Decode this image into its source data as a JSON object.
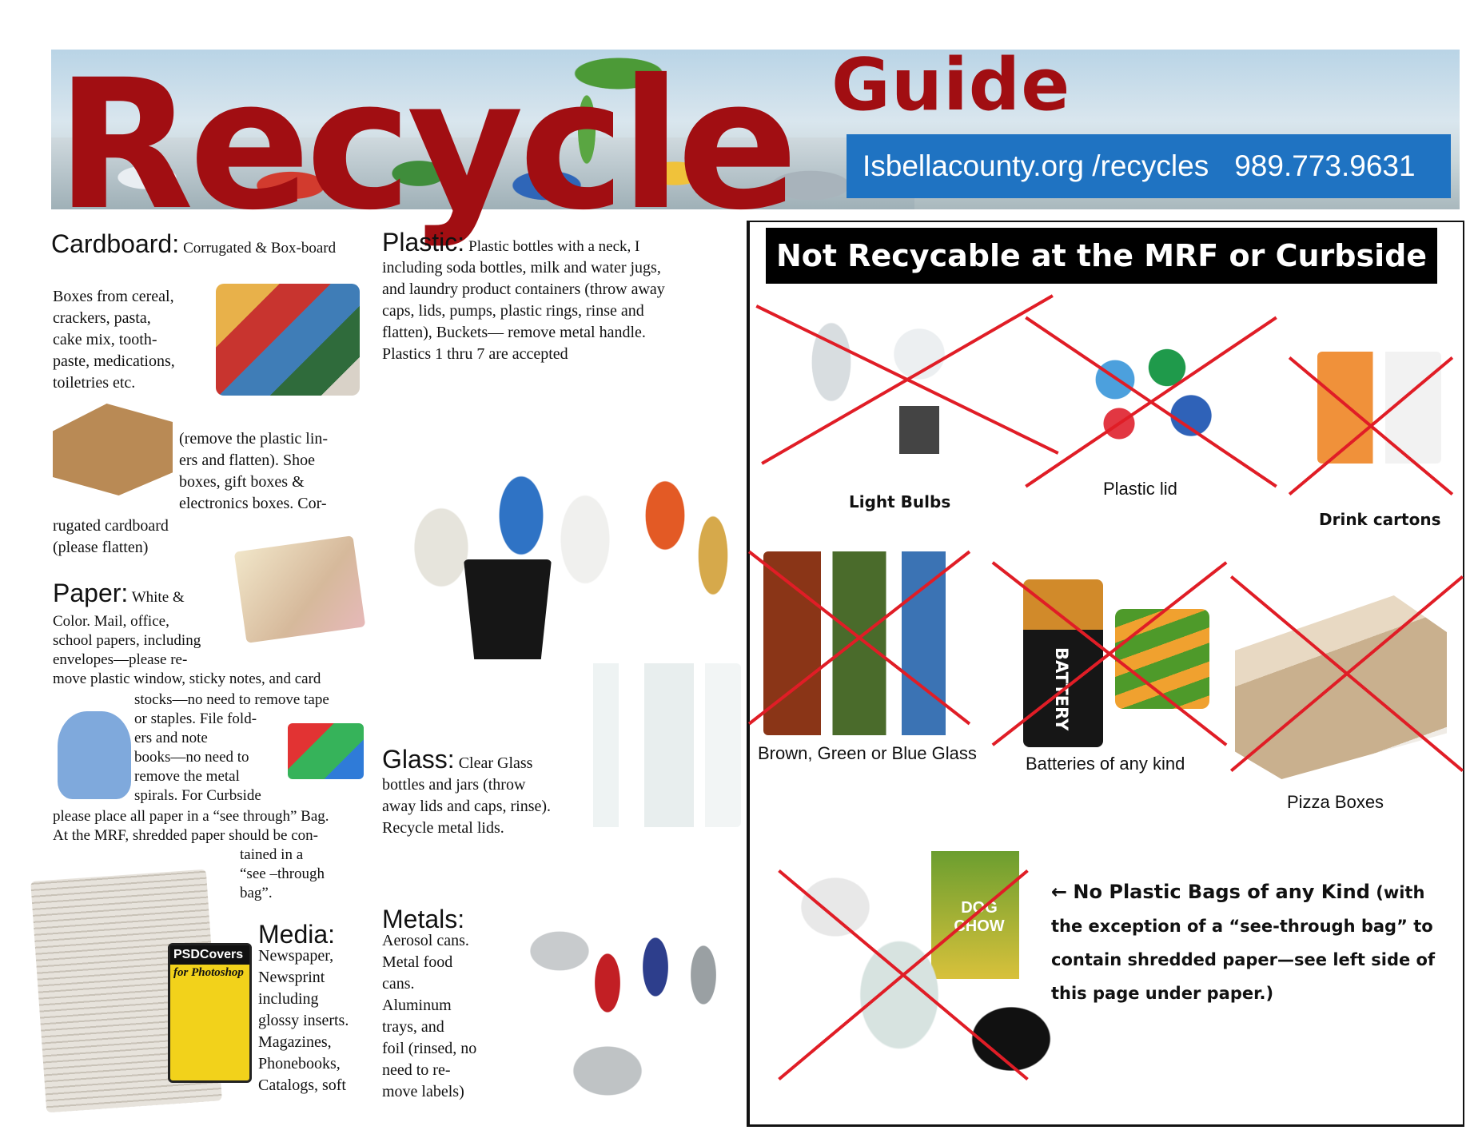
{
  "banner": {
    "title_main": "Recycle",
    "title_sub": "Guide",
    "website": "Isbellacounty.org /recycles",
    "phone": "989.773.9631"
  },
  "cardboard": {
    "heading": "Cardboard:",
    "intro": "Corrugated & Box-board",
    "lines": [
      "Boxes from cereal,",
      "crackers, pasta,",
      "cake mix, tooth-",
      "paste, medications,",
      "toiletries etc."
    ],
    "lines2": [
      "(remove the plastic lin-",
      "ers and flatten). Shoe",
      "boxes, gift boxes &",
      "electronics boxes. Cor-"
    ],
    "lines3": [
      "rugated cardboard",
      "(please flatten)"
    ]
  },
  "paper": {
    "heading": "Paper:",
    "intro": "White &",
    "lines": [
      "Color.  Mail, office,",
      "school papers, including",
      "envelopes—please re-",
      "move plastic window, sticky notes, and card"
    ],
    "lines2": [
      "stocks—no need to remove tape",
      "or staples. File fold-",
      "ers and note",
      "books—no need to",
      "remove the metal",
      "spirals. For Curbside"
    ],
    "lines3": [
      "please place all paper  in a “see through” Bag.",
      "At the MRF, shredded paper should be con-"
    ],
    "lines4": [
      "tained in a",
      "“see –through",
      "bag”."
    ]
  },
  "media": {
    "heading": "Media:",
    "lines": [
      "Newspaper,",
      "Newsprint",
      "including",
      "glossy inserts.",
      "Magazines,",
      "Phonebooks,",
      "Catalogs, soft"
    ],
    "book_title": "PSDCovers",
    "book_sub": "for Photoshop"
  },
  "plastic": {
    "heading": "Plastic:",
    "intro": "Plastic bottles with a neck, I",
    "lines": [
      "including soda bottles, milk and water jugs,",
      "and laundry product containers (throw away",
      "caps, lids, pumps, plastic rings, rinse and",
      "flatten),   Buckets— remove metal handle.",
      "Plastics 1  thru 7 are accepted"
    ]
  },
  "glass": {
    "heading": "Glass:",
    "intro": "Clear Glass",
    "lines": [
      "bottles and jars (throw",
      "away lids and caps, rinse).",
      "Recycle metal lids."
    ]
  },
  "metals": {
    "heading": "Metals:",
    "lines": [
      "Aerosol cans.",
      "Metal food",
      "cans.",
      "Aluminum",
      "trays, and",
      "foil (rinsed, no",
      "need  to re-",
      "move labels)"
    ]
  },
  "not_recyclable": {
    "title": "Not Recycable at the MRF or Curbside",
    "items": [
      {
        "label": "Light Bulbs"
      },
      {
        "label": "Plastic lid"
      },
      {
        "label": "Drink cartons"
      },
      {
        "label": "Brown, Green or Blue Glass"
      },
      {
        "label": "Batteries of any kind"
      },
      {
        "label": "Pizza Boxes"
      }
    ],
    "battery_text": "BATTERY",
    "dog_chow": "DOG CHOW",
    "bags_note": {
      "arrow": "←",
      "lead": "No Plastic Bags of any Kind",
      "lines": [
        "(with",
        "the exception of a “see-through bag” to",
        "contain shredded paper—see left side of",
        "this page under paper.)"
      ]
    }
  },
  "colors": {
    "title_red": "#a10e12",
    "contact_blue": "#1f73c2",
    "cross_red": "#e01d26"
  }
}
